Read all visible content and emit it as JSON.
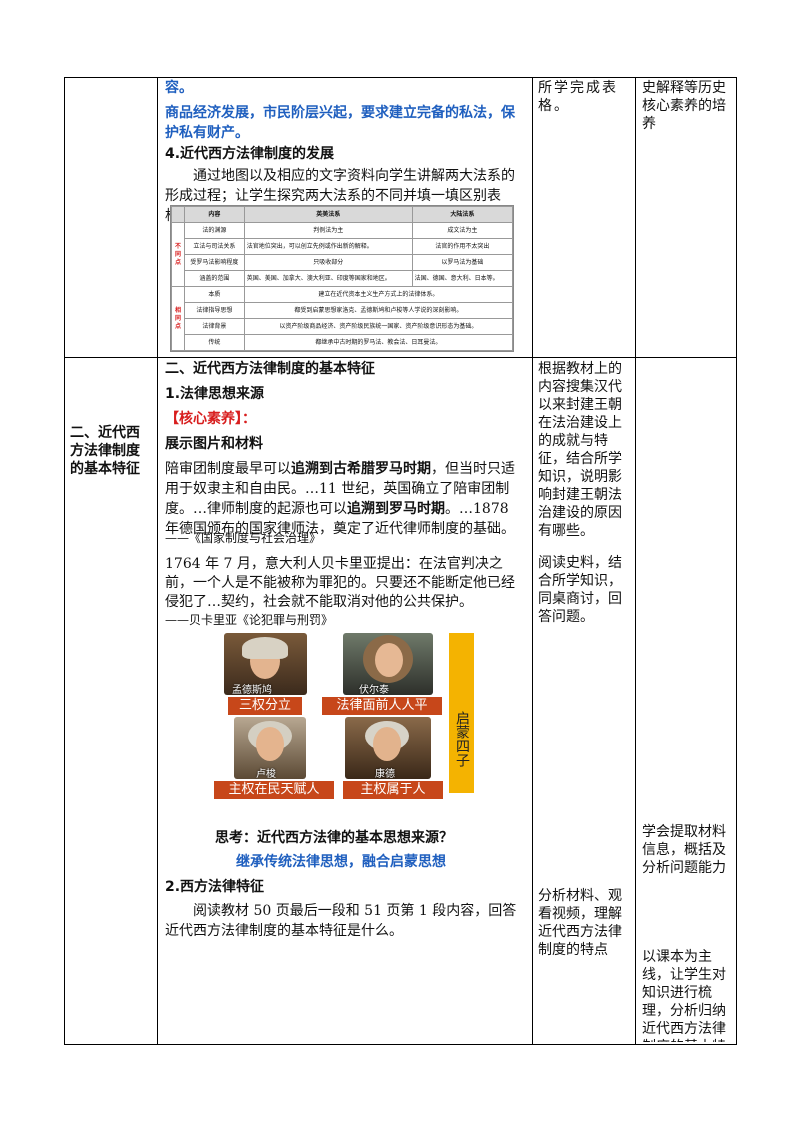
{
  "col1": {
    "section_title": "二、近代西方法律制度的基本特征"
  },
  "col2_top": {
    "line1": "容。",
    "blue_line": "商品经济发展，市民阶层兴起，要求建立完备的私法，保护私有财产。",
    "heading4": "4.近代西方法律制度的发展",
    "para4": "通过地图以及相应的文字资料向学生讲解两大法系的形成过程；让学生探究两大法系的不同并填一填区别表格。"
  },
  "compare_table": {
    "headers": [
      "内容",
      "英美法系",
      "大陆法系"
    ],
    "group_diff": "不同点",
    "group_same": "相同点",
    "diff_rows": [
      [
        "法的渊源",
        "判例法为主",
        "成文法为主"
      ],
      [
        "立法与司法关系",
        "法官地位突出，可以创立先例或作出新的解释。",
        "法官的作用不太突出"
      ],
      [
        "受罗马法影响程度",
        "只吸收部分",
        "以罗马法为基础"
      ],
      [
        "涵盖的范围",
        "英国、美国、加拿大、澳大利亚、印度等国家和地区。",
        "法国、德国、意大利、日本等。"
      ]
    ],
    "same_rows": [
      [
        "本质",
        "建立在近代资本主义生产方式上的法律体系。"
      ],
      [
        "法律指导思想",
        "都受到启蒙思想家洛克、孟德斯鸠和卢梭等人学说的深刻影响。"
      ],
      [
        "法律背景",
        "以资产阶级商品经济、资产阶级民族统一国家、资产阶级意识形态为基础。"
      ],
      [
        "传统",
        "都继承中古时期的罗马法、教会法、日耳曼法。"
      ]
    ]
  },
  "col2_bottom": {
    "section_heading": "二、近代西方法律制度的基本特征",
    "sub1": "1.法律思想来源",
    "core": "【核心素养】：",
    "show": "展示图片和材料",
    "quote1_a": "陪审团制度最早可以",
    "quote1_b": "追溯到古希腊罗马时期",
    "quote1_c": "，但当时只适用于奴隶主和自由民。…11 世纪，英国确立了陪审团制度。…律师制度的起源也可以",
    "quote1_d": "追溯到罗马时期",
    "quote1_e": "。…1878 年德国颁布的国家律师法，奠定了近代律师制度的基础。",
    "source1": "——《国家制度与社会治理》",
    "quote2": "1764 年 7 月，意大利人贝卡里亚提出：在法官判决之前，一个人是不能被称为罪犯的。只要还不能断定他已经侵犯了…契约，社会就不能取消对他的公共保护。",
    "source2": "——贝卡里亚《论犯罪与刑罚》",
    "think": "思考：近代西方法律的基本思想来源？",
    "answer": "继承传统法律思想，融合启蒙思想",
    "sub2": "2.西方法律特征",
    "para2": "阅读教材 50 页最后一段和 51 页第 1 段内容，回答近代西方法律制度的基本特征是什么。"
  },
  "figure": {
    "sidebar": "启蒙四子",
    "thinkers": [
      {
        "name": "孟德斯鸠",
        "caption": "三权分立"
      },
      {
        "name": "伏尔泰",
        "caption": "法律面前人人平"
      },
      {
        "name": "卢梭",
        "caption": "主权在民天赋人"
      },
      {
        "name": "康德",
        "caption": "主权属于人"
      }
    ]
  },
  "col3": {
    "top": "所学完成表格。",
    "mid": "根据教材上的内容搜集汉代以来封建王朝在法治建设上的成就与特征，结合所学知识，说明影响封建王朝法治建设的原因有哪些。",
    "read": "阅读史料，结合所学知识，同桌商讨，回答问题。",
    "analyze": "分析材料、观看视频，理解近代西方法律制度的特点"
  },
  "col4": {
    "top": "史解释等历史核心素养的培养",
    "ability": "学会提取材料信息，概括及分析问题能力",
    "summary": "以课本为主线，让学生对知识进行梳理，分析归纳近代西方法律制度的基本特"
  }
}
